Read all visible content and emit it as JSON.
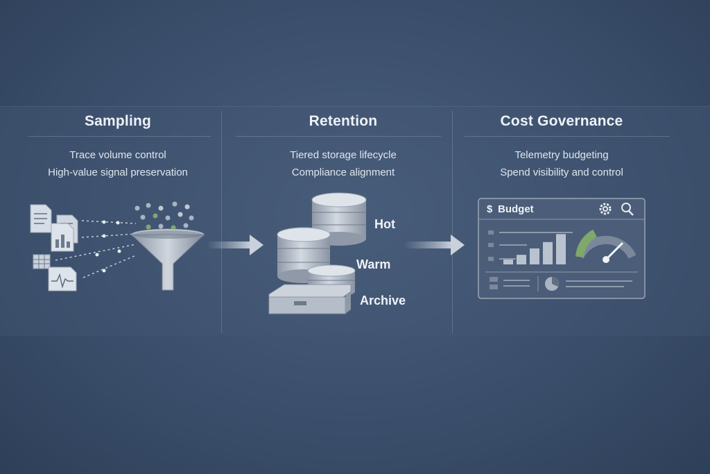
{
  "columns": [
    {
      "title": "Sampling",
      "lines": [
        "Trace volume control",
        "High-value signal preservation"
      ]
    },
    {
      "title": "Retention",
      "lines": [
        "Tiered storage lifecycle",
        "Compliance alignment"
      ],
      "tiers": [
        "Hot",
        "Warm",
        "Archive"
      ]
    },
    {
      "title": "Cost Governance",
      "lines": [
        "Telemetry budgeting",
        "Spend visibility and control"
      ],
      "panel": {
        "title": "Budget",
        "currency_symbol": "$",
        "icons": [
          "gear-icon",
          "search-icon"
        ],
        "bar_levels": [
          0.15,
          0.3,
          0.5,
          0.7,
          0.95
        ],
        "gauge_level": 0.75
      }
    }
  ],
  "colors": {
    "accent_green": "#7fa86b",
    "cylinder": "#b9c1cc",
    "panel_bg": "#4b5d78"
  }
}
